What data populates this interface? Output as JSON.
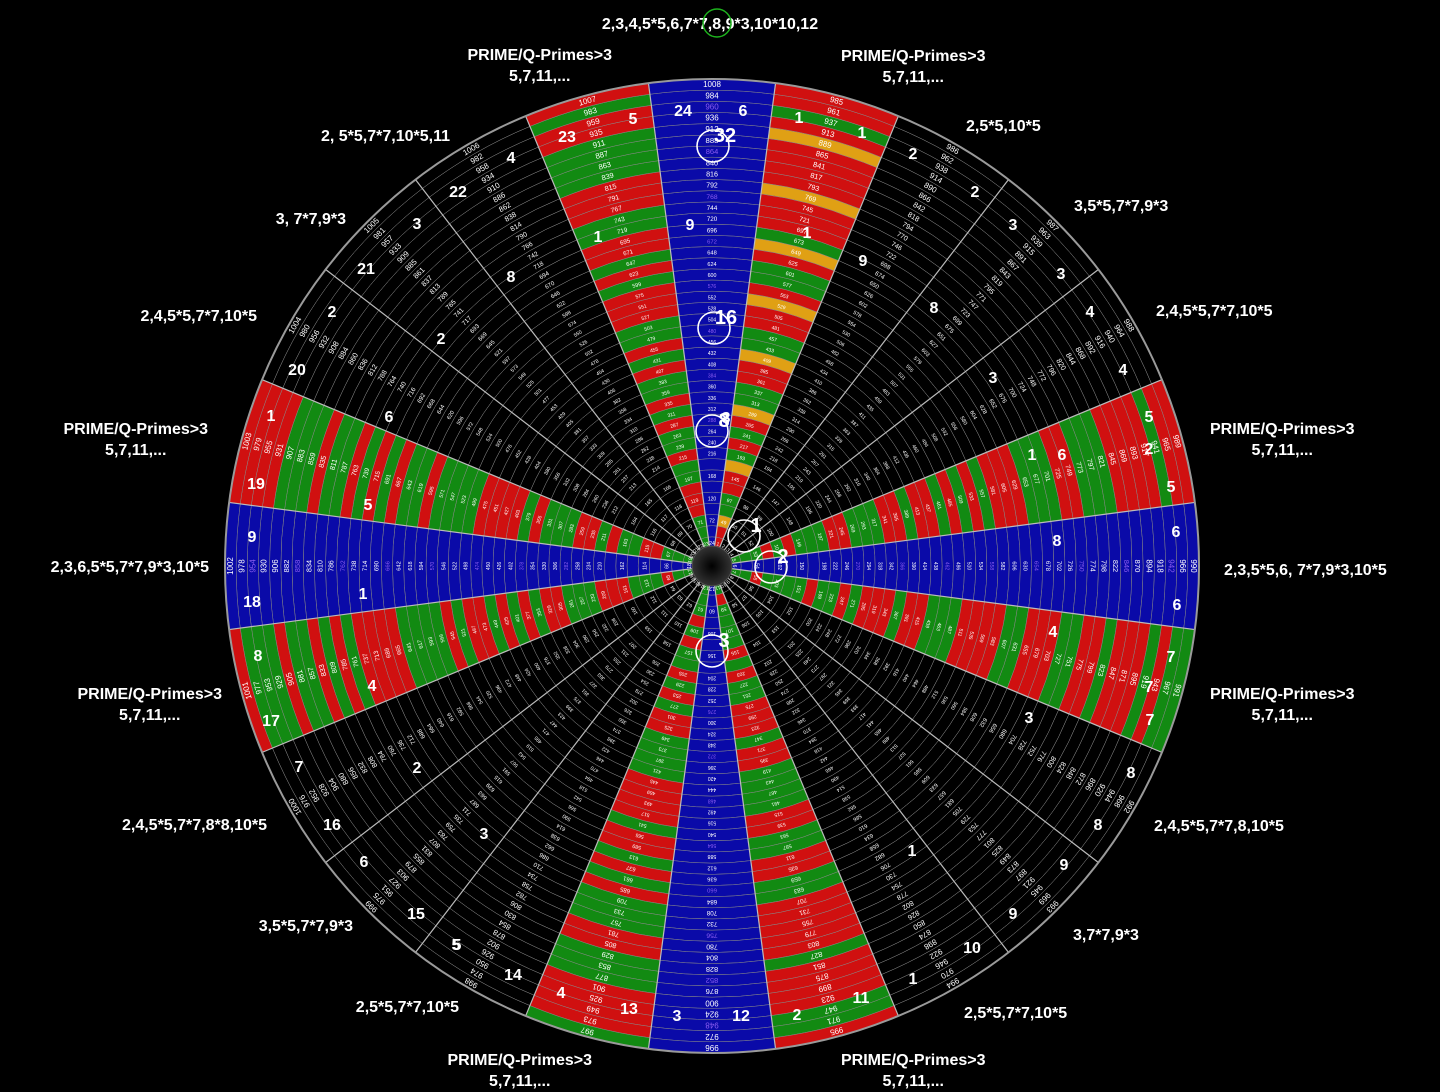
{
  "top_label": "2,3,4,5*5,6,7*7,8,9*3,10*10,12",
  "outer_labels": [
    {
      "id": "s1",
      "lines": [
        "PRIME/Q-Primes>3",
        "5,7,11,..."
      ]
    },
    {
      "id": "s2",
      "lines": [
        "2,5*5,10*5"
      ]
    },
    {
      "id": "s3",
      "lines": [
        "3,5*5,7*7,9*3"
      ]
    },
    {
      "id": "s4",
      "lines": [
        "2,4,5*5,7*7,10*5"
      ]
    },
    {
      "id": "s5",
      "lines": [
        "PRIME/Q-Primes>3",
        "5,7,11,..."
      ]
    },
    {
      "id": "s6",
      "lines": [
        "2,3,5*5,6, 7*7,9*3,10*5"
      ]
    },
    {
      "id": "s7",
      "lines": [
        "PRIME/Q-Primes>3",
        "5,7,11,..."
      ]
    },
    {
      "id": "s8",
      "lines": [
        "2,4,5*5,7*7,8,10*5"
      ]
    },
    {
      "id": "s9",
      "lines": [
        "3,7*7,9*3"
      ]
    },
    {
      "id": "s10",
      "lines": [
        "2,5*5,7*7,10*5"
      ]
    },
    {
      "id": "s11",
      "lines": [
        "PRIME/Q-Primes>3",
        "5,7,11,..."
      ]
    },
    {
      "id": "s13",
      "lines": [
        "PRIME/Q-Primes>3",
        "5,7,11,..."
      ]
    },
    {
      "id": "s14",
      "lines": [
        "2,5*5,7*7,10*5"
      ]
    },
    {
      "id": "s15",
      "lines": [
        "3,5*5,7*7,9*3"
      ]
    },
    {
      "id": "s16",
      "lines": [
        "2,4,5*5,7*7,8*8,10*5"
      ]
    },
    {
      "id": "s17",
      "lines": [
        "PRIME/Q-Primes>3",
        "5,7,11,..."
      ]
    },
    {
      "id": "s18",
      "lines": [
        "2,3,6,5*5,7*7,9*3,10*5"
      ]
    },
    {
      "id": "s19",
      "lines": [
        "PRIME/Q-Primes>3",
        "5,7,11,..."
      ]
    },
    {
      "id": "s20",
      "lines": [
        "2,4,5*5,7*7,10*5"
      ]
    },
    {
      "id": "s21",
      "lines": [
        "3, 7*7,9*3"
      ]
    },
    {
      "id": "s22",
      "lines": [
        "2, 5*5,7*7,10*5,11"
      ]
    },
    {
      "id": "s23",
      "lines": [
        "PRIME/Q-Primes>3",
        "5,7,11,..."
      ]
    }
  ],
  "spoke_numbers": [
    {
      "text": "24"
    },
    {
      "text": "6"
    },
    {
      "text": "1"
    },
    {
      "text": "1"
    },
    {
      "text": "5"
    },
    {
      "text": "23"
    },
    {
      "text": "2"
    },
    {
      "text": "2"
    },
    {
      "text": "3"
    },
    {
      "text": "3"
    },
    {
      "text": "4"
    },
    {
      "text": "4"
    },
    {
      "text": "5"
    },
    {
      "text": "5"
    },
    {
      "text": "6"
    },
    {
      "text": "8"
    },
    {
      "text": "4"
    },
    {
      "text": "7"
    },
    {
      "text": "7"
    },
    {
      "text": "3"
    },
    {
      "text": "8"
    },
    {
      "text": "8"
    },
    {
      "text": "9"
    },
    {
      "text": "9"
    },
    {
      "text": "10"
    },
    {
      "text": "1"
    },
    {
      "text": "11"
    },
    {
      "text": "2"
    },
    {
      "text": "12"
    },
    {
      "text": "3"
    },
    {
      "text": "13"
    },
    {
      "text": "4"
    },
    {
      "text": "14"
    },
    {
      "text": "5"
    },
    {
      "text": "15"
    },
    {
      "text": "6"
    },
    {
      "text": "16"
    },
    {
      "text": "7"
    },
    {
      "text": "8"
    },
    {
      "text": "17"
    },
    {
      "text": "4"
    },
    {
      "text": "18"
    },
    {
      "text": "1"
    },
    {
      "text": "9"
    },
    {
      "text": "19"
    },
    {
      "text": "1"
    },
    {
      "text": "6"
    },
    {
      "text": "20"
    },
    {
      "text": "2"
    },
    {
      "text": "21"
    },
    {
      "text": "3"
    },
    {
      "text": "22"
    },
    {
      "text": "4"
    },
    {
      "text": "2"
    },
    {
      "text": "8"
    },
    {
      "text": "9"
    },
    {
      "text": "1"
    },
    {
      "text": "1"
    },
    {
      "text": "9"
    },
    {
      "text": "8"
    },
    {
      "text": "8"
    },
    {
      "text": "5"
    },
    {
      "text": "1"
    },
    {
      "text": "2"
    },
    {
      "text": "3"
    },
    {
      "text": "6"
    },
    {
      "text": "7"
    },
    {
      "text": "6"
    },
    {
      "text": "2"
    },
    {
      "text": "3"
    },
    {
      "text": "5"
    },
    {
      "text": "1"
    }
  ],
  "circled_markers": [
    {
      "text": "1"
    },
    {
      "text": "2"
    },
    {
      "text": "3"
    },
    {
      "text": "8"
    },
    {
      "text": "16"
    },
    {
      "text": "32"
    }
  ],
  "colors": {
    "background": "#000000",
    "multiple_of_6": "#0a0aa8",
    "prime_green": "#128a12",
    "composite_red": "#d01010",
    "highlight_orange": "#e0a014",
    "grid_line": "#8a8a8a",
    "text": "#ffffff",
    "purple_text": "#8a5cf0"
  }
}
